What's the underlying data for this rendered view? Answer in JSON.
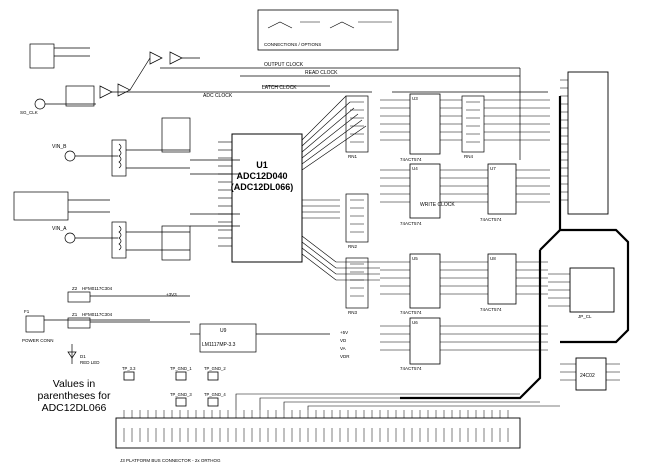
{
  "u1": {
    "ref": "U1",
    "part": "ADC12D040",
    "alt_part": "(ADC12DL066)"
  },
  "note_lines": [
    "Values in",
    "parentheses for",
    "ADC12DL066"
  ],
  "signals": {
    "output_clock": "OUTPUT CLOCK",
    "read_clock": "READ CLOCK",
    "adc_clock": "ADC CLOCK",
    "latch_clock": "LATCH CLOCK",
    "write_clock": "WRITE CLOCK"
  },
  "regulator": {
    "ref": "U9",
    "part": "LM1117MP-3.3"
  },
  "eeprom": {
    "part": "24C02"
  },
  "connectors": {
    "input_b": "VIN_B",
    "input_a": "VIN_A",
    "power": "POWER CONN",
    "sma": "SG_CLK",
    "header": "JP_CL",
    "bottom_bus": "J3   PLATFORM BUS CONNECTOR - 2x ORTHOG"
  },
  "logic_ics": [
    {
      "ref": "U3",
      "part": "74ACT574"
    },
    {
      "ref": "U4",
      "part": "74ACT574"
    },
    {
      "ref": "U5",
      "part": "74ACT574"
    },
    {
      "ref": "U6",
      "part": "74ACT574"
    },
    {
      "ref": "U7",
      "part": "74ACT574"
    },
    {
      "ref": "U8",
      "part": "74ACT574"
    }
  ],
  "resistor_packs": [
    "RN1",
    "RN2",
    "RN3",
    "RN4"
  ],
  "ferrites": [
    {
      "ref": "Z1",
      "part": "HFM0117C304"
    },
    {
      "ref": "Z2",
      "part": "HFM0117C304"
    }
  ],
  "led": {
    "ref": "D1",
    "label": "RED LED"
  },
  "fuse": {
    "ref": "F1"
  },
  "supplies": [
    "+5V",
    "VD",
    "VA",
    "VDR",
    "+3V3"
  ],
  "testpoints": [
    "TP_3.3",
    "TP_GND_1",
    "TP_GND_2",
    "TP_GND_3",
    "TP_GND_4"
  ],
  "legend_box": {
    "title": "CONNECTIONS / OPTIONS"
  }
}
